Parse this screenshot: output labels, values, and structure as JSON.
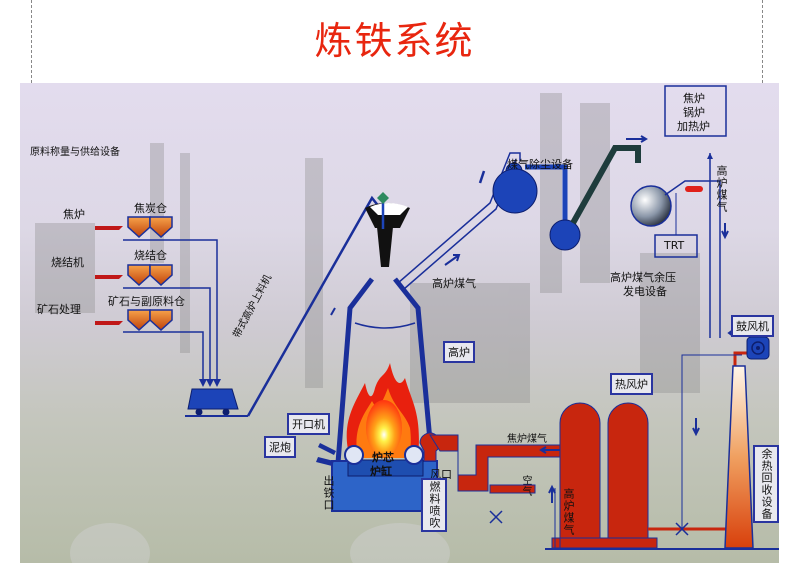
{
  "title": "炼铁系统",
  "colors": {
    "title": "#e8260f",
    "pipe_blue": "#1a2f9a",
    "hot_red": "#c8260e",
    "equipment_blue": "#1c44b8"
  },
  "raw_material": {
    "heading": "原料称量与供给设备",
    "sources": [
      "焦炉",
      "烧结机",
      "矿石处理"
    ],
    "bins": [
      "焦炭仓",
      "烧结仓",
      "矿石与副原料仓"
    ]
  },
  "conveyor_label": "带式高炉上料机",
  "gas_cleaning": {
    "label": "煤气除尘设备",
    "bf_gas_label": "高炉煤气"
  },
  "consumers_box": [
    "焦炉",
    "锅炉",
    "加热炉"
  ],
  "bf_gas_vertical": "高炉煤气",
  "trt": {
    "box_label": "TRT",
    "caption_line1": "高炉煤气余压",
    "caption_line2": "发电设备"
  },
  "blast_furnace": {
    "label": "高炉",
    "core_label": "炉芯",
    "hearth_label": "炉缸",
    "tuyere_label": "风口",
    "fuel_injection_label": "燃料喷吹",
    "taphole_label": "出铁口",
    "drill_label": "开口机",
    "mud_gun_label": "泥炮"
  },
  "hot_stove": {
    "label": "热风炉",
    "coke_gas_label": "焦炉煤气",
    "air_label": "空气",
    "bf_gas_label": "高炉煤气"
  },
  "blower_label": "鼓风机",
  "waste_heat_label": "余热回收设备"
}
